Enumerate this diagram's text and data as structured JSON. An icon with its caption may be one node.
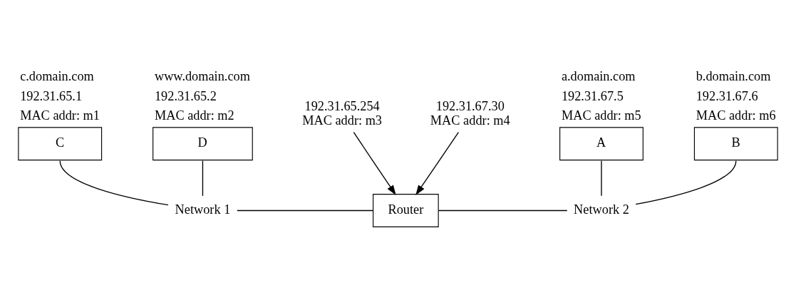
{
  "diagram": {
    "nodes": [
      {
        "text": [
          "C"
        ],
        "beside": [
          "c.domain.com",
          "192.31.65.1",
          "MAC addr: m1"
        ]
      },
      {
        "text": [
          "D"
        ],
        "beside": [
          "www.domain.com",
          "192.31.65.2",
          "MAC addr: m2"
        ]
      },
      {
        "text": [
          "A"
        ],
        "beside": [
          "a.domain.com",
          "192.31.67.5",
          "MAC addr: m5"
        ]
      },
      {
        "text": [
          "B"
        ],
        "beside": [
          "b.domain.com",
          "192.31.67.6",
          "MAC addr: m6"
        ]
      },
      {
        "text": [
          "Network 1"
        ]
      },
      {
        "text": [
          "Router"
        ]
      },
      {
        "text": [
          "Network 2"
        ]
      },
      {
        "text": [
          "192.31.65.254",
          "MAC addr: m3"
        ]
      },
      {
        "text": [
          "192.31.67.30",
          "MAC addr: m4"
        ]
      }
    ],
    "edges": [
      {
        "from": 0,
        "to": 4,
        "arrow": "none"
      },
      {
        "from": 1,
        "to": 4,
        "arrow": "none"
      },
      {
        "from": 4,
        "to": 5,
        "arrow": "none"
      },
      {
        "from": 5,
        "to": 6,
        "arrow": "none"
      },
      {
        "from": 2,
        "to": 6,
        "arrow": "none"
      },
      {
        "from": 3,
        "to": 6,
        "arrow": "none"
      },
      {
        "from": 7,
        "to": 5,
        "arrow": "to"
      },
      {
        "from": 8,
        "to": 5,
        "arrow": "to"
      }
    ]
  }
}
